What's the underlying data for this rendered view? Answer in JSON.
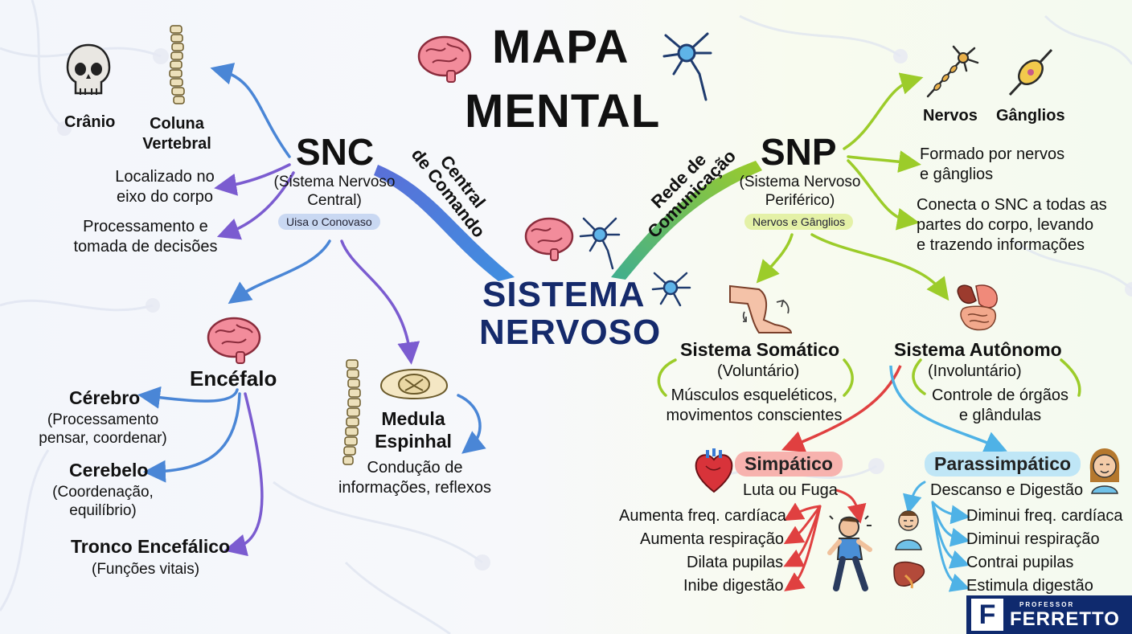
{
  "title": {
    "line1": "MAPA",
    "line2": "MENTAL"
  },
  "center": {
    "line1": "SISTEMA",
    "line2": "NERVOSO"
  },
  "snc": {
    "acronym": "SNC",
    "full_line1": "(Sistema Nervoso",
    "full_line2": "Central)",
    "pill": "Uisa o Conovaso",
    "connector_line1": "Central",
    "connector_line2": "de Comando",
    "cranio": "Crânio",
    "coluna_line1": "Coluna",
    "coluna_line2": "Vertebral",
    "local_line1": "Localizado no",
    "local_line2": "eixo do corpo",
    "proc_line1": "Processamento e",
    "proc_line2": "tomada de decisões",
    "encefalo": "Encéfalo",
    "cerebro": "Cérebro",
    "cerebro_desc1": "(Processamento",
    "cerebro_desc2": "pensar, coordenar)",
    "cerebelo": "Cerebelo",
    "cerebelo_desc1": "(Coordenação,",
    "cerebelo_desc2": "equilíbrio)",
    "tronco": "Tronco Encefálico",
    "tronco_desc": "(Funções vitais)",
    "medula_line1": "Medula",
    "medula_line2": "Espinhal",
    "medula_desc1": "Condução de",
    "medula_desc2": "informações, reflexos"
  },
  "snp": {
    "acronym": "SNP",
    "full_line1": "(Sistema Nervoso",
    "full_line2": "Periférico)",
    "pill": "Nervos e Gânglios",
    "connector_line1": "Rede de",
    "connector_line2": "Comunicação",
    "nervos": "Nervos",
    "ganglios": "Gânglios",
    "formado_line1": "Formado por nervos",
    "formado_line2": "e gânglios",
    "conecta_line1": "Conecta o SNC a todas as",
    "conecta_line2": "partes do corpo, levando",
    "conecta_line3": "e trazendo informações",
    "somatico": "Sistema Somático",
    "somatico_sub": "(Voluntário)",
    "somatico_desc1": "Músculos esqueléticos,",
    "somatico_desc2": "movimentos conscientes",
    "autonomo": "Sistema Autônomo",
    "autonomo_sub": "(Involuntário)",
    "autonomo_desc1": "Controle de órgãos",
    "autonomo_desc2": "e glândulas",
    "simpatico": "Simpático",
    "simpatico_sub": "Luta ou Fuga",
    "simpatico_items": [
      "Aumenta freq. cardíaca",
      "Aumenta respiração",
      "Dilata pupilas",
      "Inibe digestão"
    ],
    "parassimpatico": "Parassimpático",
    "parassimpatico_sub": "Descanso e Digestão",
    "parassimpatico_items": [
      "Diminui freq. cardíaca",
      "Diminui respiração",
      "Contrai pupilas",
      "Estimula digestão"
    ]
  },
  "logo": {
    "small": "PROFESSOR",
    "big": "FERRETTO",
    "mark": "F"
  },
  "colors": {
    "snc_arrow": "#4a86d6",
    "snc_arrow2": "#7b5cd0",
    "snp_arrow": "#9ccc2a",
    "simpatico": "#e04040",
    "parassimpatico": "#4fb2e6",
    "hub_text": "#152a6b"
  }
}
